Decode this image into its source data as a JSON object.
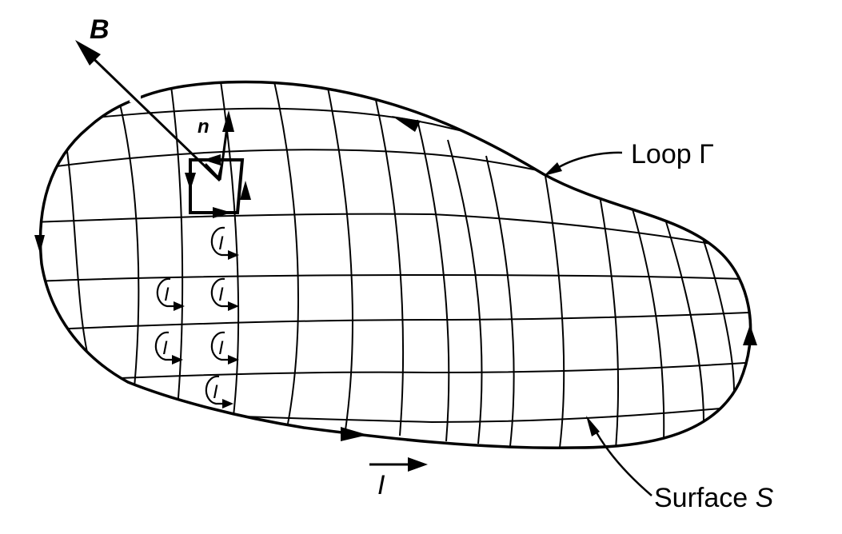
{
  "labels": {
    "field": "B",
    "normal": "n",
    "loop_prefix": "Loop ",
    "loop_symbol": "Γ",
    "surface_prefix": "Surface ",
    "surface_symbol": "S",
    "current": "I",
    "cell_current": "I"
  },
  "colors": {
    "ink": "#000000",
    "background": "#ffffff"
  }
}
